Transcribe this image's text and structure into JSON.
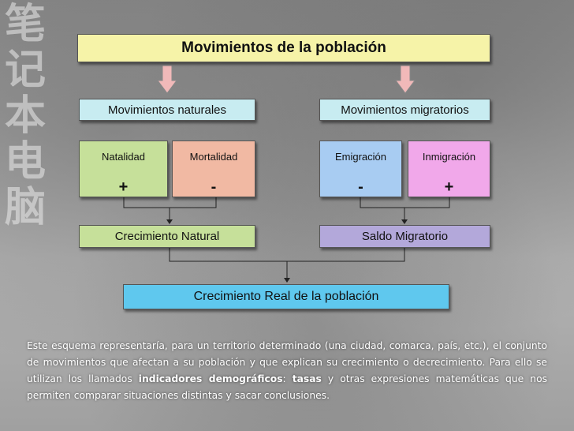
{
  "background": {
    "glyphs": [
      "笔",
      "记",
      "本",
      "电",
      "脑"
    ]
  },
  "title": "Movimientos de la población",
  "natural": {
    "label": "Movimientos naturales",
    "natalidad": {
      "label": "Natalidad",
      "sign": "+"
    },
    "mortalidad": {
      "label": "Mortalidad",
      "sign": "-"
    },
    "result": "Crecimiento Natural"
  },
  "migratorio": {
    "label": "Movimientos migratorios",
    "emigracion": {
      "label": "Emigración",
      "sign": "-"
    },
    "inmigracion": {
      "label": "Inmigración",
      "sign": "+"
    },
    "result": "Saldo Migratorio"
  },
  "total": "Crecimiento Real de la población",
  "paragraph": {
    "part1": "Este esquema representaría, para un territorio determinado (una ciudad, comarca, país, etc.), el conjunto de movimientos que afectan a su población y que explican su crecimiento o decrecimiento.  Para ello se utilizan los llamados ",
    "bold1": "indicadores demográficos",
    "part2": ": ",
    "bold2": "tasas",
    "part3": " y otras expresiones matemáticas que nos permiten comparar situaciones distintas y sacar conclusiones."
  },
  "colors": {
    "title": "#f6f3a8",
    "headers": "#c8ecf1",
    "natalidad": "#c6e09a",
    "mortalidad": "#f1b9a3",
    "emigracion": "#a8ccf2",
    "inmigracion": "#f1a8ea",
    "natural_result": "#c6e09a",
    "migratorio_result": "#b3a8da",
    "total": "#5fc8ee"
  }
}
